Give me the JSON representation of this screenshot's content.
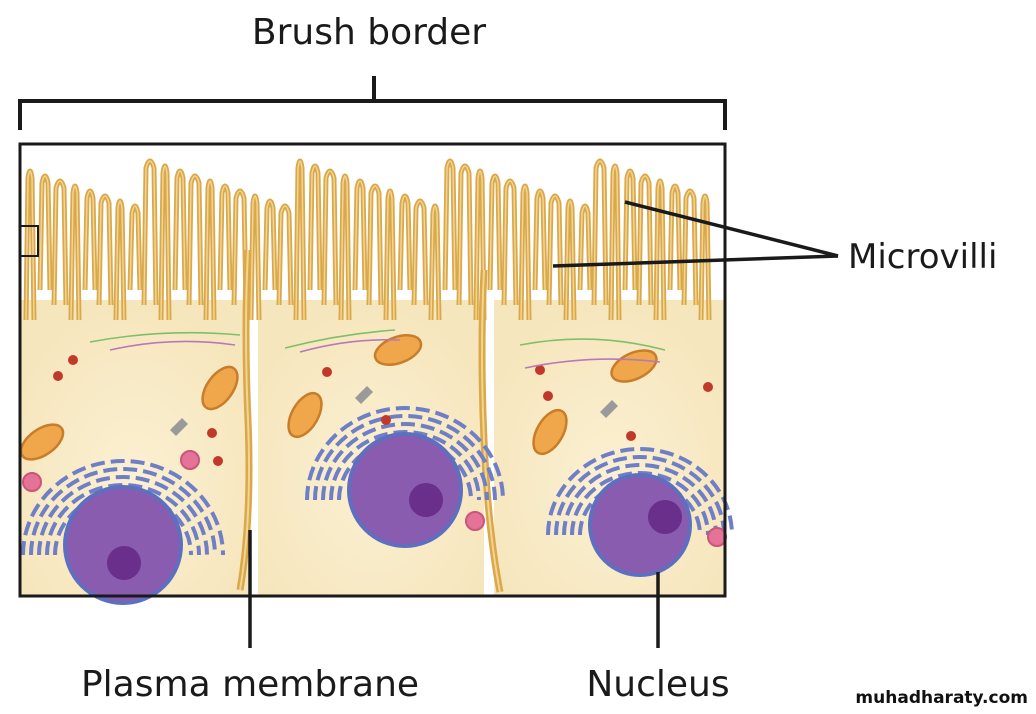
{
  "labels": {
    "brush_border": "Brush border",
    "microvilli": "Microvilli",
    "plasma_membrane": "Plasma membrane",
    "nucleus": "Nucleus"
  },
  "watermark": "muhadharaty.com",
  "colors": {
    "membrane": "#d9a84a",
    "cytoplasm": "#f8eccb",
    "nucleus": "#8a5cb0",
    "nucleolus": "#6a2f8a",
    "er": "#6f7fc7",
    "mitochondria": "#f0a64a",
    "vesicle": "#c0392b",
    "lysosome": "#e57398"
  }
}
